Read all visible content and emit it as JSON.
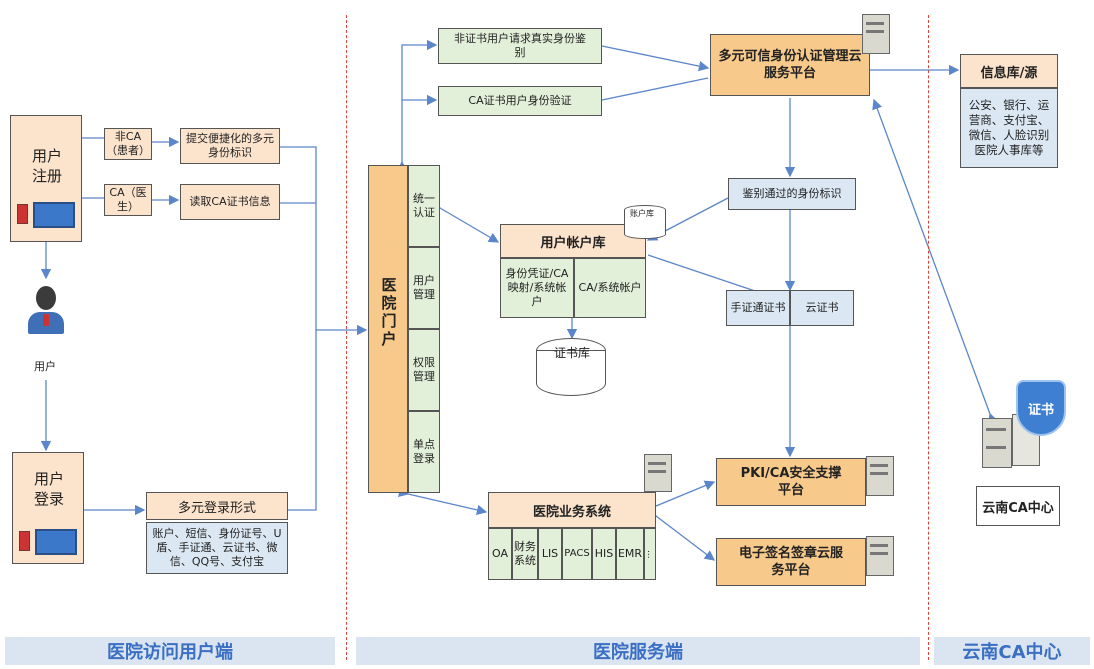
{
  "zones": {
    "left": "医院访问用户端",
    "middle": "医院服务端",
    "right": "云南CA中心"
  },
  "left": {
    "register": "用户注册",
    "non_ca": "非CA（患者）",
    "ca": "CA（医生）",
    "submit": "提交便捷化的多元身份标识",
    "read_ca": "读取CA证书信息",
    "user": "用户",
    "login": "用户登录",
    "multi_login": "多元登录形式",
    "login_methods": "账户、短信、身份证号、U盾、手证通、云证书、微信、QQ号、支付宝"
  },
  "portal": {
    "title": "医院门户",
    "items": [
      "统一认证",
      "用户管理",
      "权限管理",
      "单点登录"
    ]
  },
  "middle": {
    "noncert": "非证书用户请求真实身份鉴别",
    "cacert": "CA证书用户身份验证",
    "cloud_platform": "多元可信身份认证管理云服务平台",
    "verified": "鉴别通过的身份标识",
    "account_db": "用户帐户库",
    "account_tag": "账户库",
    "cred_map": "身份凭证/CA映射/系统帐户",
    "ca_account": "CA/系统帐户",
    "cert_db": "证书库",
    "shouzheng": "手证通证书",
    "cloud_cert": "云证书",
    "pki": "PKI/CA安全支撑平台",
    "esign": "电子签名签章云服务平台",
    "biz": "医院业务系统",
    "biz_items": [
      "OA",
      "财务系统",
      "LIS",
      "PACS",
      "HIS",
      "EMR",
      "..."
    ]
  },
  "right": {
    "info": "信息库/源",
    "info_detail": "公安、银行、运营商、支付宝、微信、人脸识别医院人事库等",
    "center": "云南CA中心",
    "shield": "证书"
  },
  "colors": {
    "arrow": "#5b86c9",
    "divider": "#e0473a",
    "band_text": "#3a6fc4"
  }
}
